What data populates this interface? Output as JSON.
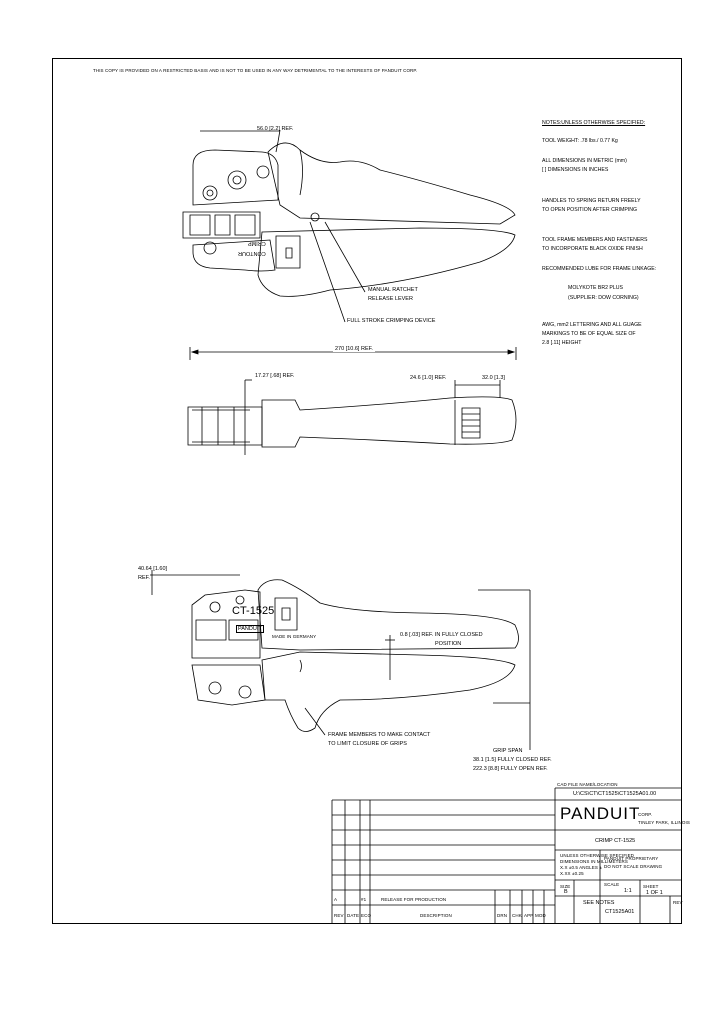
{
  "copyright": "THIS COPY IS PROVIDED ON A RESTRICTED BASIS AND IS NOT TO BE USED IN ANY WAY DETRIMENTAL TO THE INTERESTS OF PANDUIT CORP.",
  "notes": {
    "heading": "NOTES:UNLESS OTHERWISE SPECIFIED:",
    "items": [
      "TOOL WEIGHT: .78 lbs./ 0.77 Kg",
      "ALL DIMENSIONS IN METRIC (mm)",
      "[ ] DIMENSIONS IN INCHES",
      "HANDLES TO SPRING RETURN FREELY",
      "TO OPEN POSITION AFTER CRIMPING",
      "TOOL FRAME MEMBERS AND FASTENERS",
      "TO INCORPORATE BLACK OXIDE FINISH",
      "RECOMMENDED LUBE FOR FRAME LINKAGE:",
      "MOLYKOTE BR2 PLUS",
      "(SUPPLIER: DOW CORNING)",
      "AWG, mm2 LETTERING AND ALL GUAGE",
      "MARKINGS TO BE OF EQUAL SIZE OF",
      "2.8 [.11] HEIGHT"
    ]
  },
  "top_view": {
    "jaw_dim": "56.0 [2.2] REF.",
    "logo_text": "CONTOUR",
    "logo_sub": "CRIMP",
    "callout_ratchet_1": "MANUAL RATCHET",
    "callout_ratchet_2": "RELEASE LEVER",
    "callout_full_stroke": "FULL STROKE CRIMPING DEVICE"
  },
  "side_view": {
    "overall_len": "270 [10.6] REF.",
    "dim_left": "17.27 [.68] REF.",
    "dim_mid": "24.6 [1.0] REF.",
    "dim_right": "32.0 [1.3]"
  },
  "bottom_view": {
    "jaw_dim_1": "40.64 [1.60]",
    "jaw_dim_2": "REF.",
    "model": "CT-1525",
    "brand": "PANDUIT",
    "made_in": "MADE IN GERMANY",
    "gap_1": "0.8 [.03] REF. IN FULLY CLOSED",
    "gap_2": "POSITION",
    "frame_1": "FRAME MEMBERS TO MAKE CONTACT",
    "frame_2": "TO LIMIT CLOSURE OF GRIPS",
    "grip_1": "GRIP SPAN",
    "grip_2": "38.1 [1.5] FULLY CLOSED REF.",
    "grip_3": "222.3 [8.8] FULLY OPEN REF."
  },
  "title_block": {
    "path_label": "CAD FILE NAME/LOCATION",
    "path": "U:\\CS\\CT\\CT1525\\CT1525A01.00",
    "company": "PANDUIT",
    "company_suffix": "CORP.",
    "city": "TINLEY PARK, ILLINOIS",
    "title": "CRIMP CT-1525",
    "tolerance_1": "UNLESS OTHERWISE SPECIFIED",
    "tolerance_2": "DIMENSIONS IN MILLIMETERS",
    "tolerance_3": "X.X ±0.5   ANGLES ±",
    "tolerance_4": "X.XX ±0.25",
    "proprietary_1": "PANDUIT PROPRIETARY",
    "proprietary_2": "DO NOT SCALE DRAWING",
    "size_label": "SIZE",
    "size": "B",
    "scale_label": "SCALE",
    "scale": "1:1",
    "dwg_no": "CT1525A01",
    "sheet_label": "SHEET",
    "sheet": "1 OF 1",
    "rev_label": "REV",
    "rev_description": "RELEASE FOR PRODUCTION",
    "rev_letter": "A",
    "ecn": "#1",
    "header_rev": "REV",
    "header_date": "DATE",
    "header_eco": "ECO",
    "header_description": "DESCRIPTION",
    "header_drn": "DRN",
    "header_chk": "CHK",
    "header_app": "APP",
    "header_mod": "MOD",
    "see_notes": "SEE NOTES"
  }
}
